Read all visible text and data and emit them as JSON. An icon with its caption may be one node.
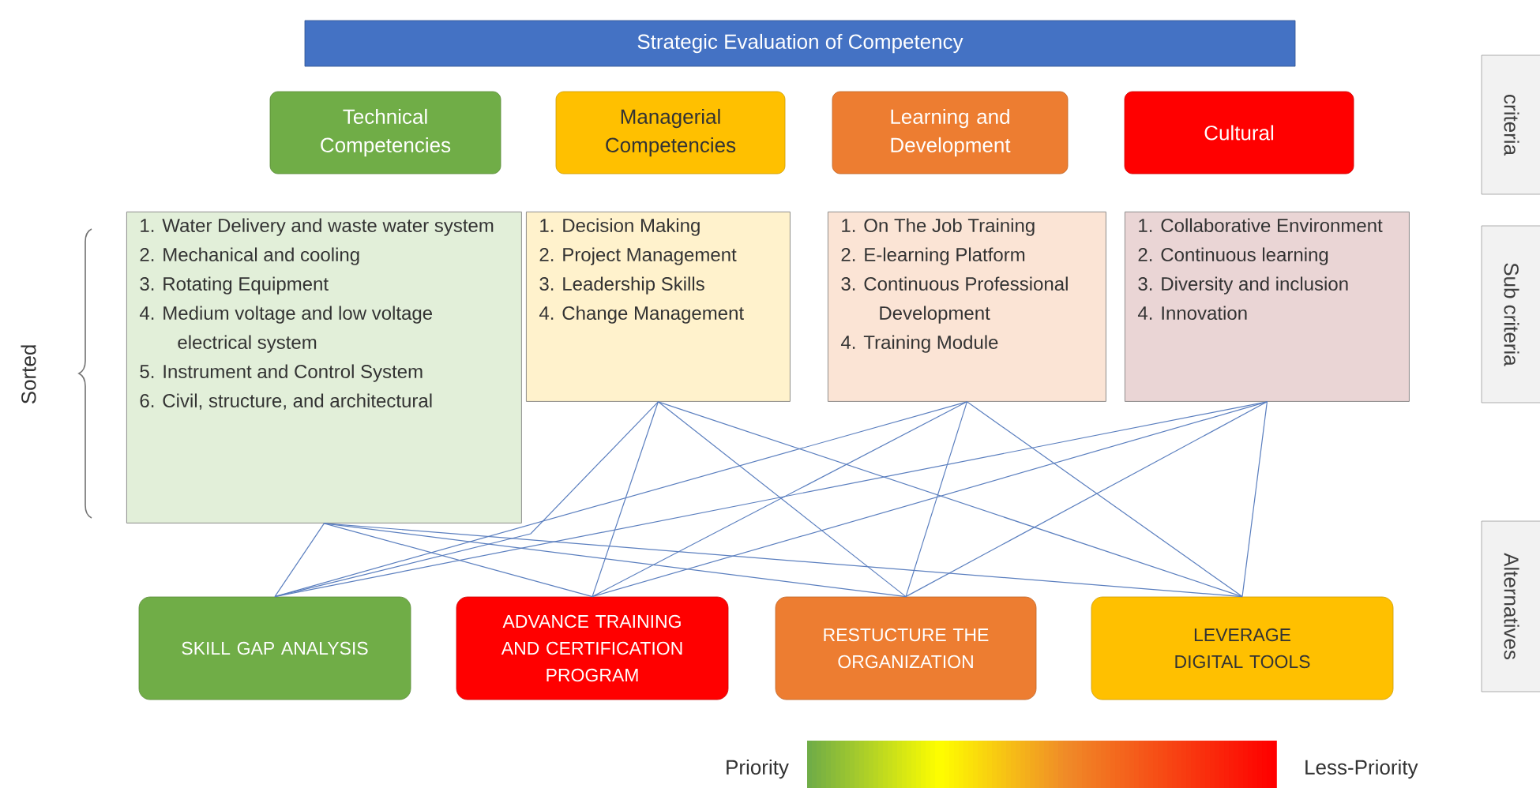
{
  "diagram": {
    "title": "Strategic Evaluation of Competency",
    "nodes": [
      {
        "text": [
          "Technical Competencies"
        ]
      },
      {
        "text": [
          "Managerial Competencies"
        ]
      },
      {
        "text": [
          "Learning and Development"
        ]
      },
      {
        "text": [
          "Cultural"
        ]
      },
      {
        "text": [
          "1. Water Delivery and waste water system",
          "2. Mechanical and cooling",
          "3. Rotating Equipment",
          "4. Medium voltage and low voltage electrical system",
          "5. Instrument and Control System",
          "6. Civil, structure, and architectural"
        ]
      },
      {
        "text": [
          "1. Decision Making",
          "2. Project Management",
          "3. Leadership Skills",
          "4. Change Management"
        ]
      },
      {
        "text": [
          "1. On The Job Training",
          "2. E-learning Platform",
          "3. Continuous Professional Development",
          "4. Training Module"
        ]
      },
      {
        "text": [
          "1. Collaborative Environment",
          "2. Continuous learning",
          "3. Diversity and inclusion",
          "4. Innovation"
        ]
      },
      {
        "text": [
          "SKILL GAP ANALYSIS"
        ]
      },
      {
        "text": [
          "ADVANCE TRAINING AND CERTIFICATION PROGRAM"
        ]
      },
      {
        "text": [
          "RESTUCTURE THE ORGANIZATION"
        ]
      },
      {
        "text": [
          "LEVERAGE DIGITAL TOOLS"
        ]
      },
      {
        "text": [
          "criteria"
        ]
      },
      {
        "text": [
          "Sub criteria"
        ]
      },
      {
        "text": [
          "Alternatives"
        ]
      }
    ],
    "edges": [
      {
        "from": 4,
        "to": 8,
        "arrow": "none"
      },
      {
        "from": 4,
        "to": 9,
        "arrow": "none"
      },
      {
        "from": 4,
        "to": 10,
        "arrow": "none"
      },
      {
        "from": 4,
        "to": 11,
        "arrow": "none"
      },
      {
        "from": 5,
        "to": 8,
        "arrow": "none"
      },
      {
        "from": 5,
        "to": 9,
        "arrow": "none"
      },
      {
        "from": 5,
        "to": 10,
        "arrow": "none"
      },
      {
        "from": 5,
        "to": 11,
        "arrow": "none"
      },
      {
        "from": 6,
        "to": 8,
        "arrow": "none"
      },
      {
        "from": 6,
        "to": 9,
        "arrow": "none"
      },
      {
        "from": 6,
        "to": 10,
        "arrow": "none"
      },
      {
        "from": 6,
        "to": 11,
        "arrow": "none"
      },
      {
        "from": 7,
        "to": 8,
        "arrow": "none"
      },
      {
        "from": 7,
        "to": 9,
        "arrow": "none"
      },
      {
        "from": 7,
        "to": 10,
        "arrow": "none"
      },
      {
        "from": 7,
        "to": 11,
        "arrow": "none"
      }
    ],
    "labels": [
      "Sorted",
      "Priority",
      "Less-Priority"
    ]
  }
}
